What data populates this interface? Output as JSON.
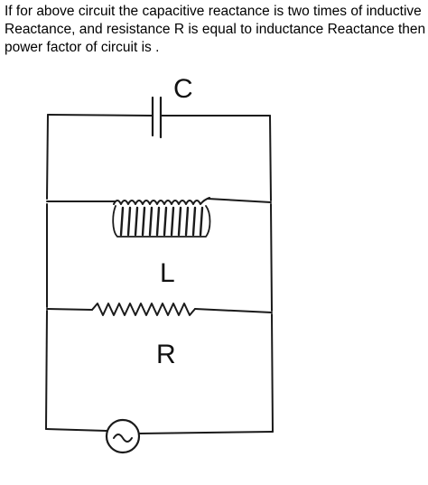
{
  "question": {
    "lines": [
      "If for above circuit the capacitive reactance is two times of inductive",
      "Reactance, and resistance R is equal to inductance Reactance then",
      "power factor of circuit is ."
    ]
  },
  "circuit": {
    "capacitor_label": "C",
    "inductor_label": "L",
    "resistor_label": "R",
    "source_symbol": "~"
  }
}
